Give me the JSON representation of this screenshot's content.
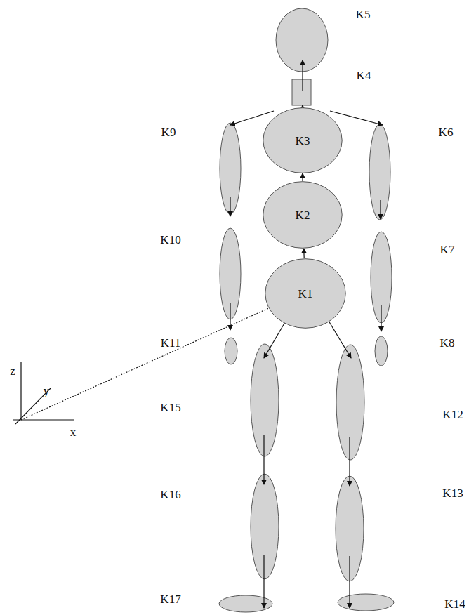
{
  "diagram": {
    "nodes": [
      {
        "text": [
          "K1"
        ]
      },
      {
        "text": [
          "K2"
        ]
      },
      {
        "text": [
          "K3"
        ]
      }
    ],
    "edges": [
      {
        "from": 0,
        "to": 1,
        "arrow": "to"
      },
      {
        "from": 1,
        "to": 2,
        "arrow": "to"
      }
    ],
    "labels": [
      "K5",
      "K4",
      "K9",
      "K6",
      "K10",
      "K7",
      "K11",
      "K8",
      "K15",
      "K12",
      "K16",
      "K13",
      "K17",
      "K14",
      "z",
      "y",
      "x"
    ]
  }
}
